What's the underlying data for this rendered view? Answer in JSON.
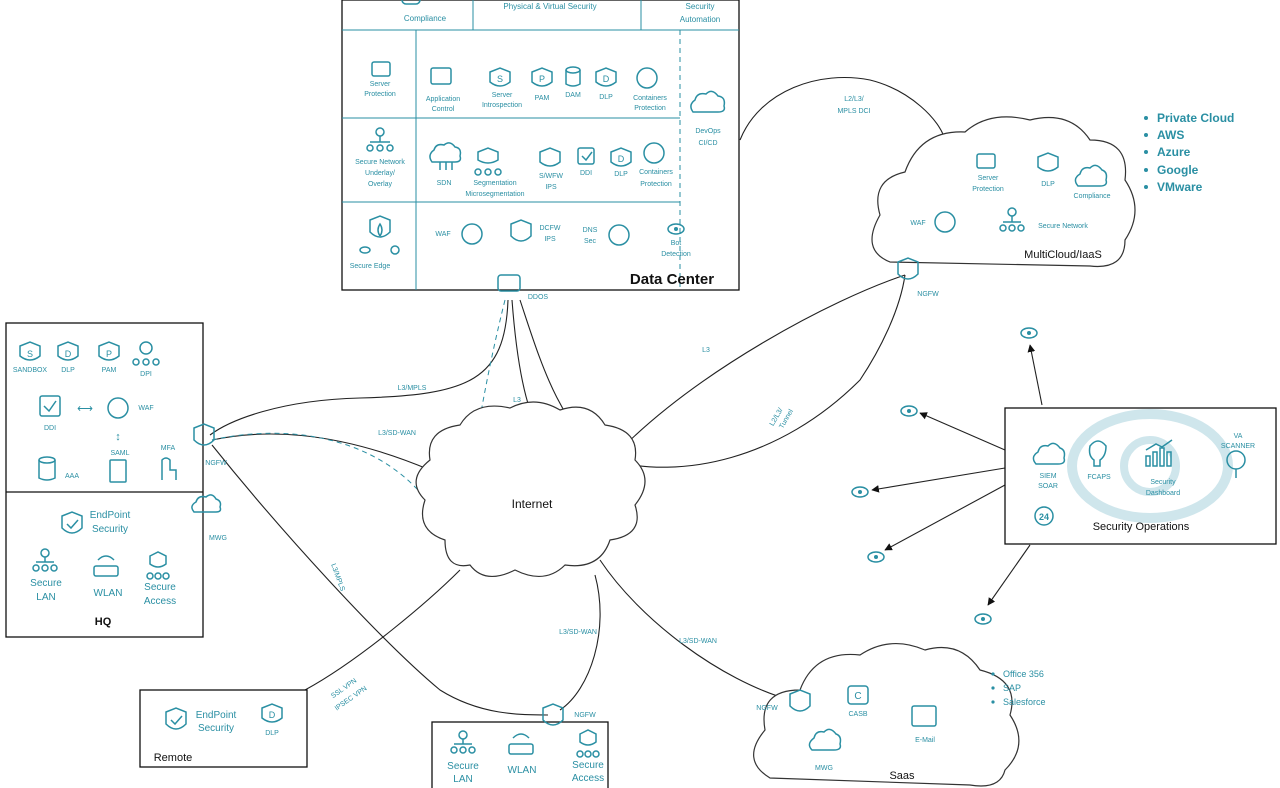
{
  "data_center": {
    "title": "Data Center",
    "top": {
      "compliance": "Compliance",
      "physical": "Physical & Virtual Security",
      "automation_1": "Security",
      "automation_2": "Automation"
    },
    "rows": {
      "server_protection": [
        "Server",
        "Protection"
      ],
      "secure_network": [
        "Secure Network",
        "Underlay/",
        "Overlay"
      ],
      "secure_edge": "Secure Edge"
    },
    "items": {
      "app_control": [
        "Application",
        "Control"
      ],
      "server_introspection": [
        "Server",
        "Introspection"
      ],
      "pam": "PAM",
      "dam": "DAM",
      "dlp": "DLP",
      "containers": [
        "Containers",
        "Protection"
      ],
      "devops": [
        "DevOps",
        "CI/CD"
      ],
      "sdn": "SDN",
      "segmentation": [
        "Segmentation",
        "Microsegmentation"
      ],
      "swfw": [
        "S/WFW",
        "IPS"
      ],
      "ddi": "DDI",
      "dlp2": "DLP",
      "containers2": [
        "Containers",
        "Protection"
      ],
      "waf": "WAF",
      "dcfw": [
        "DCFW",
        "IPS"
      ],
      "dns": [
        "DNS",
        "Sec"
      ],
      "bot": [
        "Bot",
        "Detection"
      ],
      "ddos": "DDOS"
    }
  },
  "multicloud": {
    "title": "MultiCloud/IaaS",
    "server_protection": [
      "Server",
      "Protection"
    ],
    "dlp": "DLP",
    "compliance": "Compliance",
    "waf": "WAF",
    "secure_network": "Secure Network",
    "ngfw": "NGFW",
    "bullets": [
      "Private Cloud",
      "AWS",
      "Azure",
      "Google",
      "VMware"
    ]
  },
  "hq": {
    "title": "HQ",
    "sandbox": "SANDBOX",
    "dlp": "DLP",
    "pam": "PAM",
    "dpi": "DPI",
    "ddi": "DDI",
    "waf": "WAF",
    "saml": "SAML",
    "aaa": "AAA",
    "mfa": "MFA",
    "ngfw": "NGFW",
    "mwg": "MWG",
    "endpoint": [
      "EndPoint",
      "Security"
    ],
    "secure_lan": [
      "Secure",
      "LAN"
    ],
    "wlan": "WLAN",
    "secure_access": [
      "Secure",
      "Access"
    ]
  },
  "links": {
    "l3_mpls": "L3/MPLS",
    "l3_sdwan": "L3/SD-WAN",
    "l3": "L3",
    "l3_right": "L3",
    "l2_l3_tunnel": [
      "L2/L3/",
      "Tunnel"
    ],
    "l2_l3_mpls_dci": [
      "L2/L3/",
      "MPLS DCI"
    ],
    "l3_mpls_vert": "L3/MPLS",
    "ssl_vpn": [
      "SSL VPN",
      "IPSEC VPN"
    ],
    "l3_sdwan_bottom": "L3/SD-WAN",
    "l3_sdwan_right": "L3/SD-WAN"
  },
  "internet": "Internet",
  "secops": {
    "title": "Security Operations",
    "siem": [
      "SIEM",
      "SOAR"
    ],
    "fcaps": "FCAPS",
    "dashboard": [
      "Security",
      "Dashboard"
    ],
    "va": [
      "VA",
      "SCANNER"
    ],
    "support": "24"
  },
  "remote": {
    "title": "Remote",
    "endpoint": [
      "EndPoint",
      "Security"
    ],
    "dlp": "DLP"
  },
  "branch": {
    "ngfw": "NGFW",
    "secure_lan": [
      "Secure",
      "LAN"
    ],
    "wlan": "WLAN",
    "secure_access": [
      "Secure",
      "Access"
    ]
  },
  "saas": {
    "title": "Saas",
    "ngfw": "NGFW",
    "casb": "CASB",
    "email": "E-Mail",
    "mwg": "MWG",
    "bullets": [
      "Office 356",
      "SAP",
      "Salesforce"
    ]
  },
  "icons": {
    "accent": "#2a8fa3"
  }
}
